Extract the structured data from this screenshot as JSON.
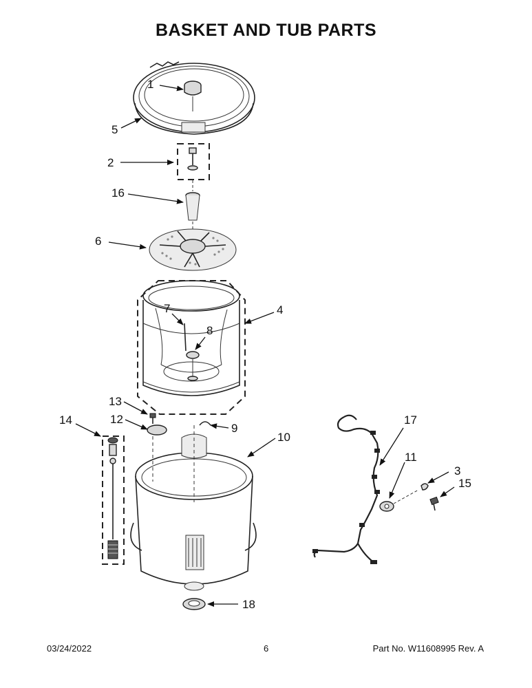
{
  "page": {
    "title": "BASKET AND TUB PARTS",
    "date": "03/24/2022",
    "page_number": "6",
    "part_number": "Part No.  W11608995  Rev.  A"
  },
  "callouts": [
    {
      "id": "1",
      "label": "1"
    },
    {
      "id": "2",
      "label": "2"
    },
    {
      "id": "3",
      "label": "3"
    },
    {
      "id": "4",
      "label": "4"
    },
    {
      "id": "5",
      "label": "5"
    },
    {
      "id": "6",
      "label": "6"
    },
    {
      "id": "7",
      "label": "7"
    },
    {
      "id": "8",
      "label": "8"
    },
    {
      "id": "9",
      "label": "9"
    },
    {
      "id": "10",
      "label": "10"
    },
    {
      "id": "11",
      "label": "11"
    },
    {
      "id": "12",
      "label": "12"
    },
    {
      "id": "13",
      "label": "13"
    },
    {
      "id": "14",
      "label": "14"
    },
    {
      "id": "15",
      "label": "15"
    },
    {
      "id": "16",
      "label": "16"
    },
    {
      "id": "17",
      "label": "17"
    },
    {
      "id": "18",
      "label": "18"
    }
  ]
}
